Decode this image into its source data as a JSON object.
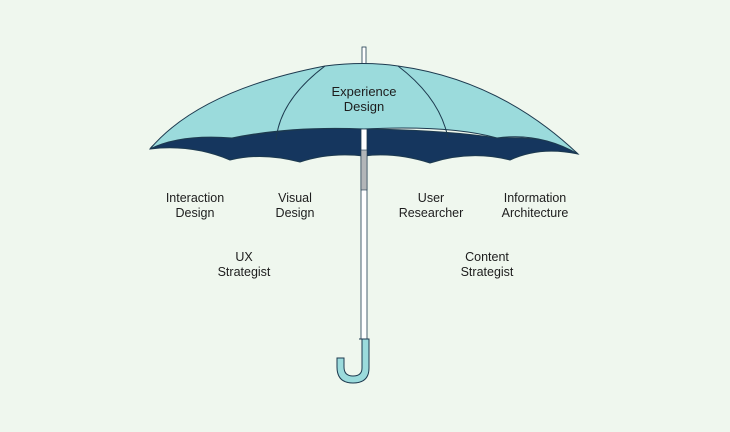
{
  "diagram": {
    "center": {
      "line1": "Experience",
      "line2": "Design"
    },
    "roles": [
      {
        "id": "interaction-design",
        "line1": "Interaction",
        "line2": "Design"
      },
      {
        "id": "visual-design",
        "line1": "Visual",
        "line2": "Design"
      },
      {
        "id": "user-researcher",
        "line1": "User",
        "line2": "Researcher"
      },
      {
        "id": "information-architecture",
        "line1": "Information",
        "line2": "Architecture"
      },
      {
        "id": "ux-strategist",
        "line1": "UX",
        "line2": "Strategist"
      },
      {
        "id": "content-strategist",
        "line1": "Content",
        "line2": "Strategist"
      }
    ]
  },
  "colors": {
    "background": "#eff7ee",
    "canopy": "#9bdbdc",
    "canopy_underside": "#15365e",
    "outline": "#1d3a4f",
    "shaft": "#ffffff",
    "shaft_band": "#b2b6b8",
    "handle": "#9bdbdc"
  }
}
